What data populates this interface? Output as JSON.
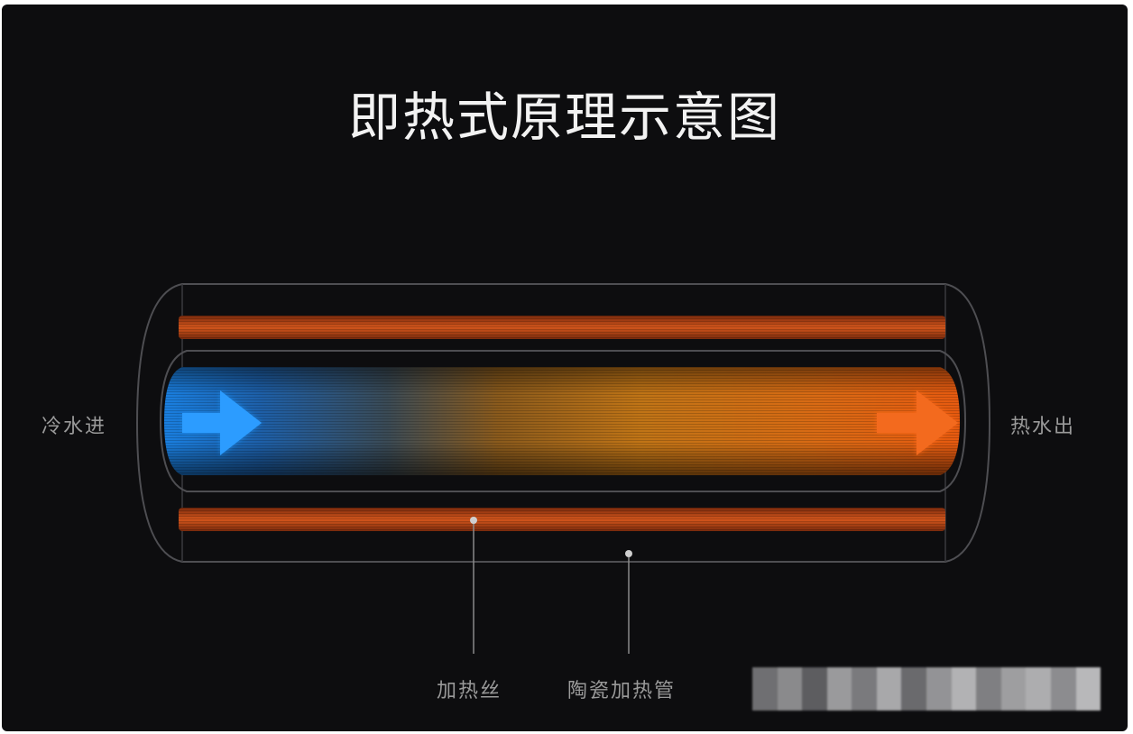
{
  "title": "即热式原理示意图",
  "labels": {
    "cold_in": "冷水进",
    "hot_out": "热水出",
    "heating_wire": "加热丝",
    "ceramic_tube": "陶瓷加热管"
  },
  "colors": {
    "background": "#0d0d0f",
    "cold": "#1e8ff0",
    "hot": "#f06a1a",
    "heater": "#c9521a",
    "outline": "#5a5a5a",
    "label": "#9a9a9a",
    "title": "#f2f2f2"
  },
  "icons": {
    "inlet_arrow": "arrow-right-icon",
    "outlet_arrow": "arrow-right-icon"
  }
}
